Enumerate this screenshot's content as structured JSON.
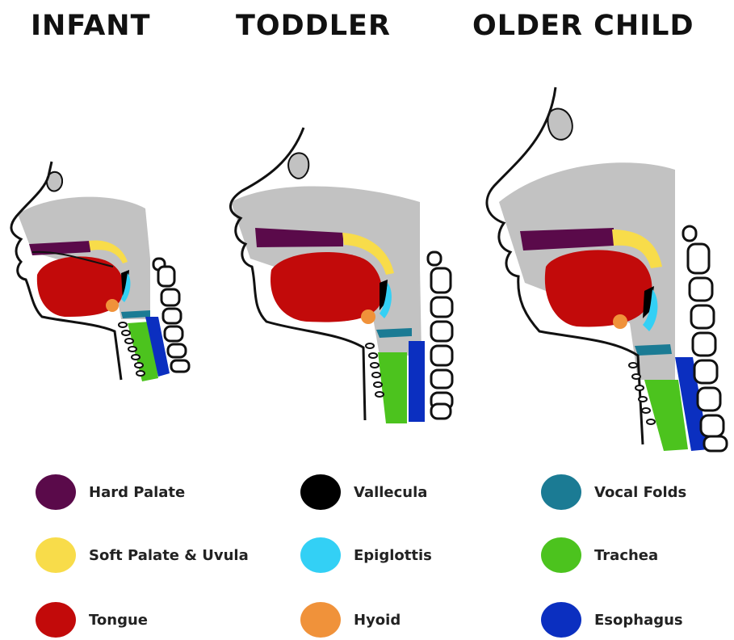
{
  "titles": {
    "infant": "INFANT",
    "toddler": "TODDLER",
    "older_child": "OLDER CHILD"
  },
  "colors": {
    "outline": "#111111",
    "tissue": "#c2c2c2",
    "hard_palate": "#5a0a4a",
    "soft_palate": "#f8dc4a",
    "tongue": "#c20a0a",
    "vallecula": "#000000",
    "epiglottis": "#33d0f5",
    "hyoid": "#f0923a",
    "vocal_folds": "#1b7b94",
    "trachea": "#4cc31e",
    "esophagus": "#0b2fc0"
  },
  "legend": [
    {
      "label": "Hard Palate",
      "color": "#5a0a4a"
    },
    {
      "label": "Soft Palate & Uvula",
      "color": "#f8dc4a"
    },
    {
      "label": "Tongue",
      "color": "#c20a0a"
    },
    {
      "label": "Vallecula",
      "color": "#000000"
    },
    {
      "label": "Epiglottis",
      "color": "#33d0f5"
    },
    {
      "label": "Hyoid",
      "color": "#f0923a"
    },
    {
      "label": "Vocal Folds",
      "color": "#1b7b94"
    },
    {
      "label": "Trachea",
      "color": "#4cc31e"
    },
    {
      "label": "Esophagus",
      "color": "#0b2fc0"
    }
  ]
}
